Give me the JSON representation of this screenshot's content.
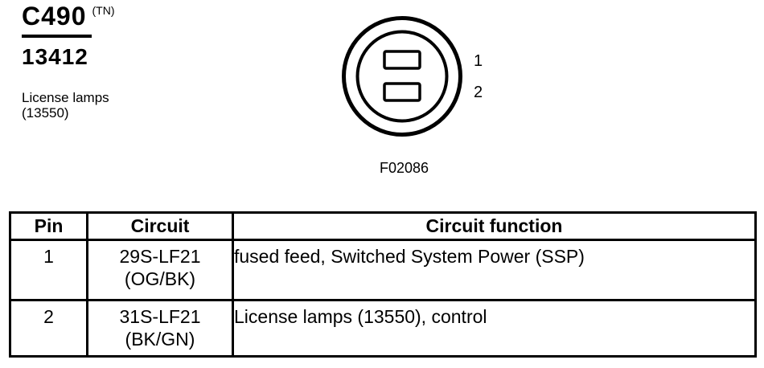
{
  "header": {
    "connector_id": "C490",
    "connector_suffix": "(TN)",
    "part_number": "13412",
    "description_line1": "License lamps",
    "description_line2": "(13550)"
  },
  "figure": {
    "caption": "F02086",
    "pin_labels": [
      "1",
      "2"
    ]
  },
  "table": {
    "headers": [
      "Pin",
      "Circuit",
      "Circuit function"
    ],
    "rows": [
      {
        "pin": "1",
        "circuit": "29S-LF21",
        "wire_color": "(OG/BK)",
        "function": "fused feed, Switched System Power (SSP)"
      },
      {
        "pin": "2",
        "circuit": "31S-LF21",
        "wire_color": "(BK/GN)",
        "function": "License lamps (13550), control"
      }
    ]
  },
  "colors": {
    "ink": "#000000",
    "background": "#ffffff"
  }
}
